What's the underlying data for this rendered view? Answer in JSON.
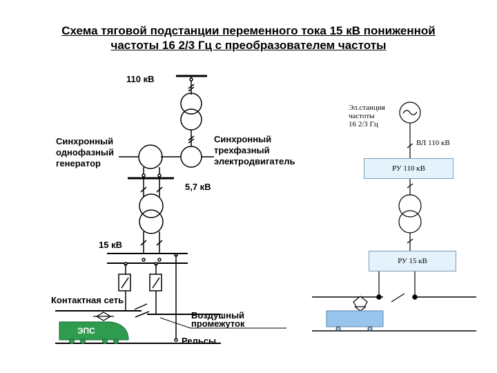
{
  "title": {
    "line1": "Схема тяговой подстанции переменного тока 15 кВ пониженной",
    "line2": "частоты 16 2/3 Гц с преобразователем частоты"
  },
  "left_scheme": {
    "v110": "110 кВ",
    "generator": [
      "Синхронный",
      "однофазный",
      "генератор"
    ],
    "motor": [
      "Синхронный",
      "трехфазный",
      "электродвигатель"
    ],
    "v57": "5,7 кВ",
    "v15": "15 кВ",
    "catenary": "Контактная сеть",
    "air_gap": [
      "Воздушный",
      "промежуток"
    ],
    "rails": "Рельсы",
    "eps": "ЭПС"
  },
  "right_scheme": {
    "power_station": [
      "Эл.станция",
      "частоты",
      "16 2/3 Гц"
    ],
    "line_110": "ВЛ 110 кВ",
    "ru110": "РУ 110 кВ",
    "ru15": "РУ 15 кВ"
  },
  "colors": {
    "ru_box": "#e4f2fc",
    "train_green": "#2e9b4f",
    "train_blue": "#99c4ee"
  }
}
